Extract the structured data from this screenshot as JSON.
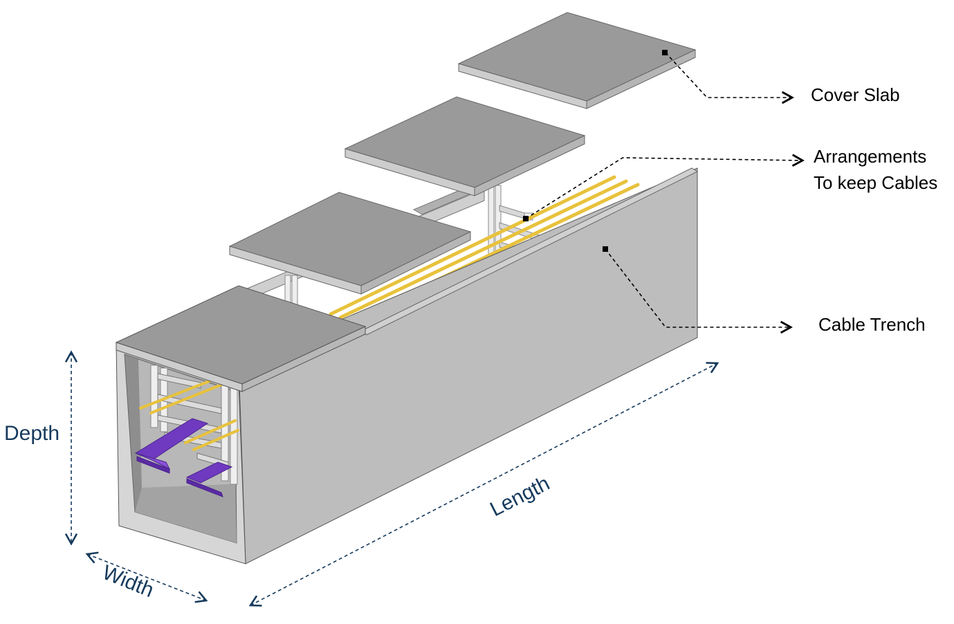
{
  "labels": {
    "cover_slab": "Cover Slab",
    "arrangements_line1": "Arrangements",
    "arrangements_line2": "To keep Cables",
    "cable_trench": "Cable Trench"
  },
  "dimensions": {
    "depth": "Depth",
    "width": "Width",
    "length": "Length"
  },
  "colors": {
    "concrete_top": "#9a9a9a",
    "concrete_side": "#bdbdbd",
    "concrete_light": "#d4d4d4",
    "cable_yellow": "#e8c23c",
    "cable_tray_purple": "#7a3fc8",
    "dimension_text": "#163a5c"
  }
}
